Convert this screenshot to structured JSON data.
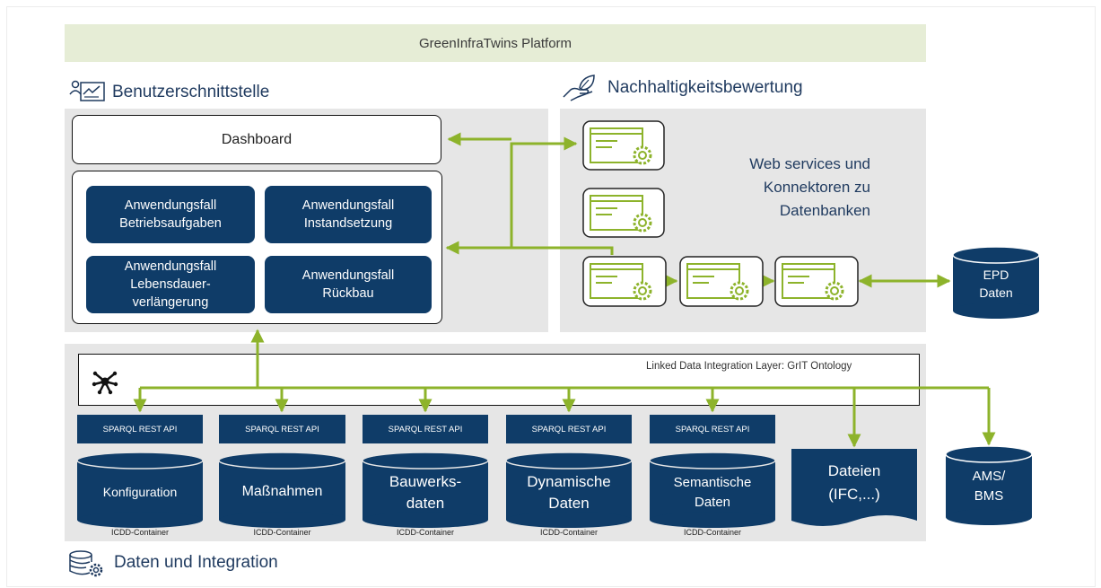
{
  "platform": "GreenInfraTwins Platform",
  "sections": {
    "ui": "Benutzerschnittstelle",
    "sustainability": "Nachhaltigkeitsbewertung",
    "data": "Daten und Integration"
  },
  "dashboard": "Dashboard",
  "use_cases": [
    "Anwendungsfall\nBetriebsaufgaben",
    "Anwendungsfall\nInstandsetzung",
    "Anwendungsfall\nLebensdauer-\nverlängerung",
    "Anwendungsfall\nRückbau"
  ],
  "web_services": "Web services und\nKonnektoren zu\nDatenbanken",
  "epd": "EPD\nDaten",
  "linked_data": "Linked Data Integration Layer: GrIT Ontology",
  "sparql": "SPARQL REST API",
  "icdd": "ICDD-Container",
  "containers": [
    "Konfiguration",
    "Maßnahmen",
    "Bauwerks-\ndaten",
    "Dynamische\nDaten",
    "Semantische\nDaten"
  ],
  "files": "Dateien\n(IFC,...)",
  "ams": "AMS/\nBMS",
  "colors": {
    "navy": "#0f3c68",
    "arrow_green": "#8db32b",
    "panel_gray": "#e6e6e6",
    "platform_green": "#e6edd6"
  }
}
